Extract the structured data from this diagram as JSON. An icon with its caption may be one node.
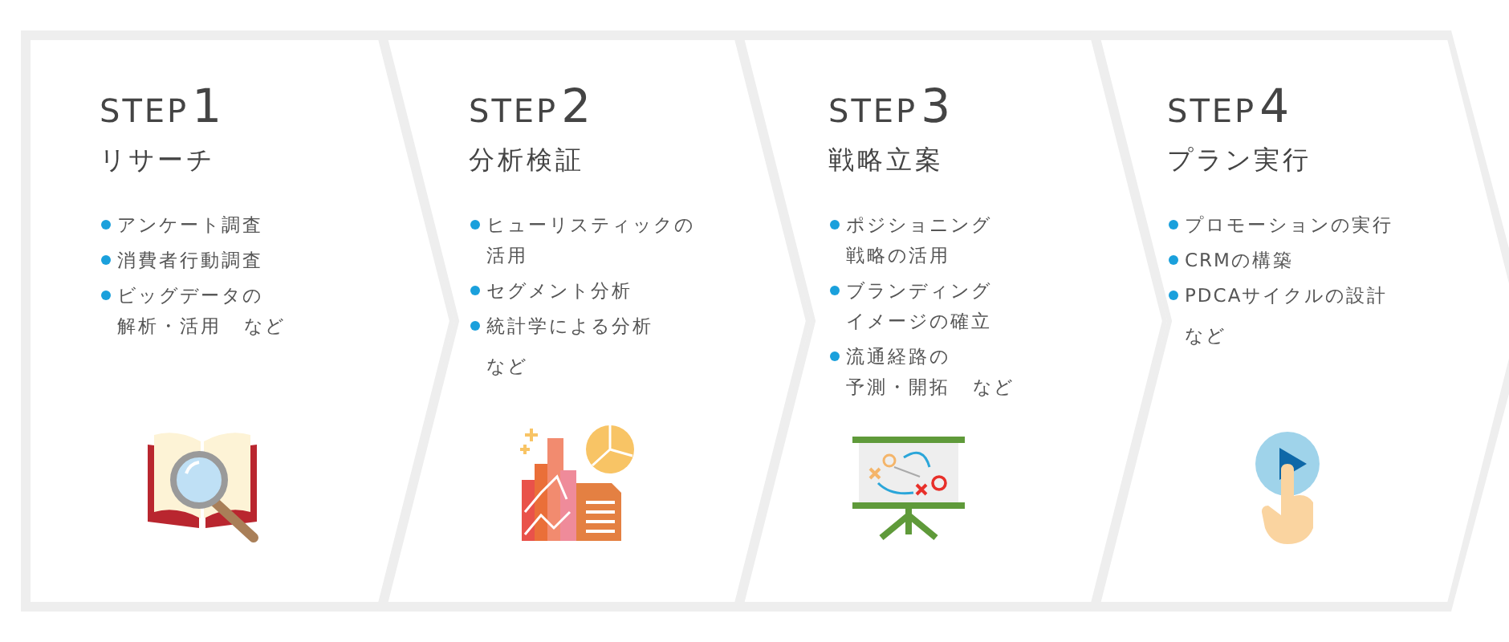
{
  "diagram": {
    "nodes": [
      {
        "text": [
          "STEP",
          "1",
          "リサーチ",
          "アンケート調査",
          "消費者行動調査",
          "ビッグデータの解析・活用",
          "など"
        ]
      },
      {
        "text": [
          "STEP",
          "2",
          "分析検証",
          "ヒューリスティックの活用",
          "セグメント分析",
          "統計学による分析",
          "など"
        ]
      },
      {
        "text": [
          "STEP",
          "3",
          "戦略立案",
          "ポジショニング戦略の活用",
          "ブランディングイメージの確立",
          "流通経路の予測・開拓",
          "など"
        ]
      },
      {
        "text": [
          "STEP",
          "4",
          "プラン実行",
          "プロモーションの実行",
          "CRMの構築",
          "PDCAサイクルの設計",
          "など"
        ]
      }
    ]
  }
}
